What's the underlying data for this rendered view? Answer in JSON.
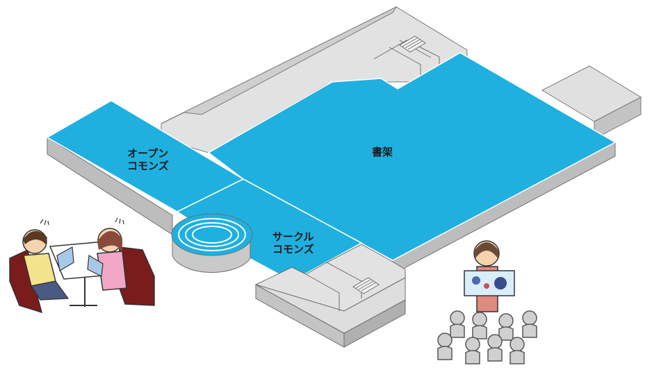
{
  "floor_map": {
    "zones": {
      "open_commons": {
        "line1": "オープン",
        "line2": "コモンズ"
      },
      "bookshelves": {
        "label": "書架"
      },
      "circle_commons": {
        "line1": "サークル",
        "line2": "コモンズ"
      }
    },
    "colors": {
      "zone_blue": "#1fb0e0",
      "floor_gray_top": "#e2e2e2",
      "wall_gray": "#c9c9c9",
      "side_gray": "#b5b5b5",
      "outline": "#6e6e6e"
    },
    "illustrations": [
      {
        "name": "two-students-with-laptops-illustration"
      },
      {
        "name": "storytelling-audience-illustration"
      }
    ]
  }
}
